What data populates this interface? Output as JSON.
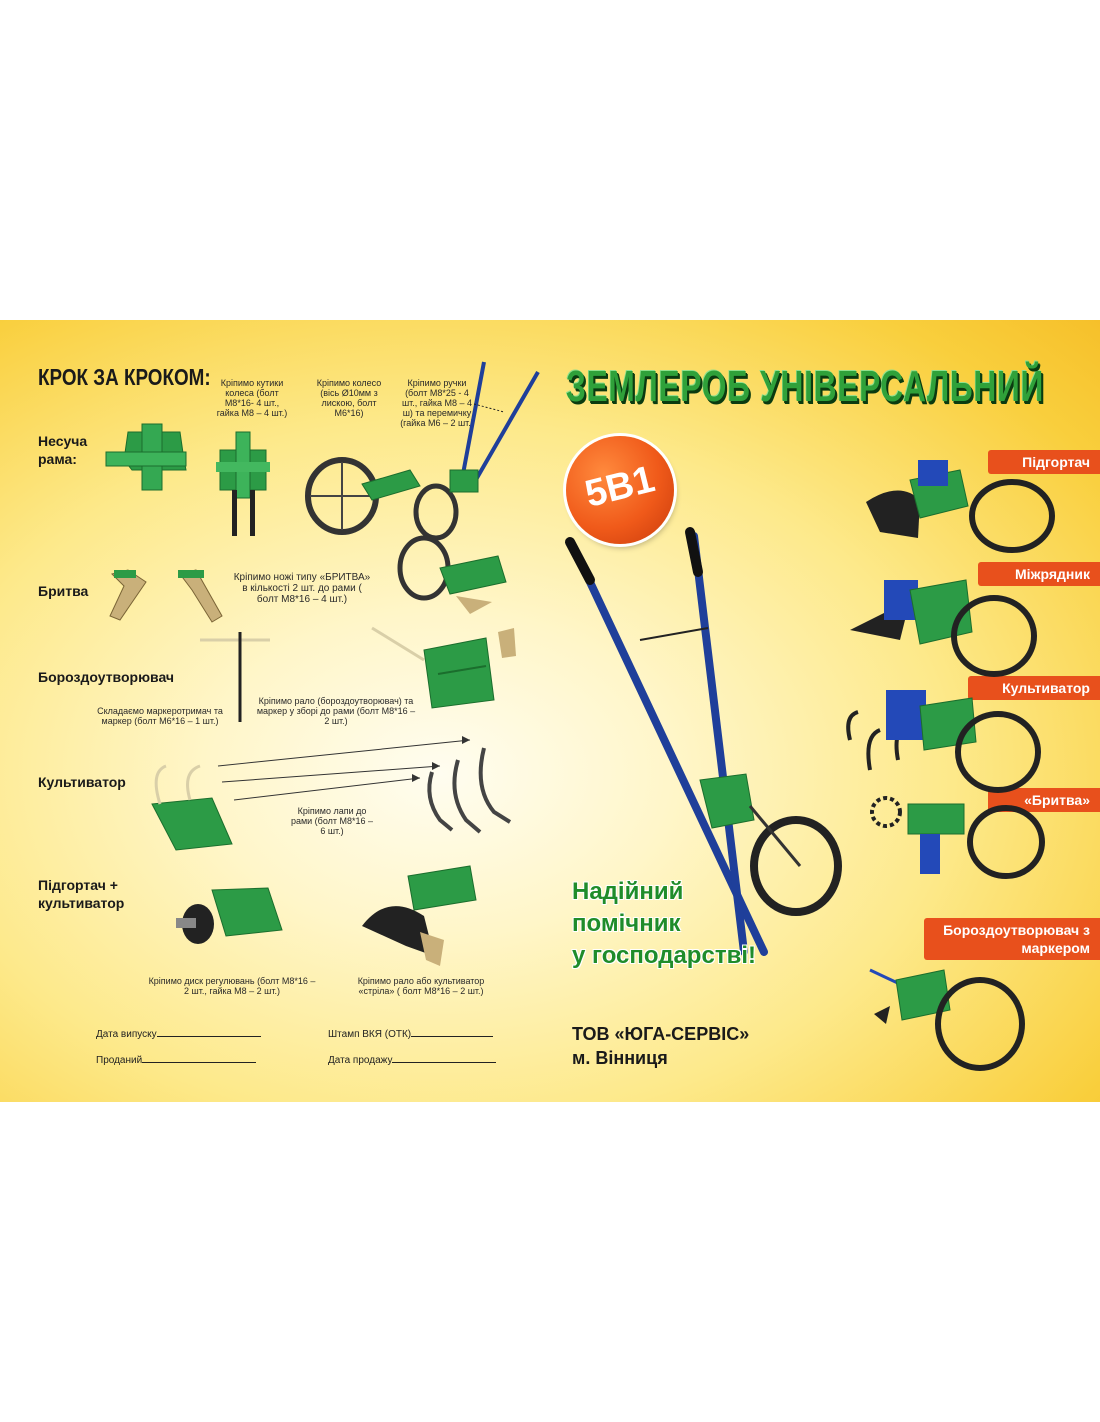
{
  "left": {
    "heading": "КРОК ЗА КРОКОМ:",
    "sections": {
      "frame": "Несуча рама:",
      "razor": "Бритва",
      "furrow": "Бороздоутворювач",
      "cultivator": "Культиватор",
      "hiller": "Підгортач + культиватор"
    },
    "captions": {
      "corners": "Кріпимо кутики колеса (болт М8*16- 4 шт., гайка М8 – 4 шт.)",
      "wheel": "Кріпимо колесо (вісь Ø10мм з лискою, болт М6*16)",
      "handles": "Кріпимо ручки (болт М8*25 - 4 шт., гайка М8 – 4 ш) та перемичку (гайка М6 – 2 шт.)",
      "razor": "Кріпимо ножі типу «БРИТВА» в кількості 2 шт. до рами ( болт М8*16 – 4 шт.)",
      "marker_holder": "Складаємо маркеротримач та маркер (болт М6*16 – 1 шт.)",
      "ralo": "Кріпимо рало (бороздоутворювач) та маркер у зборі до рами (болт М8*16 – 2 шт.)",
      "paws": "Кріпимо лапи до рами (болт М8*16 – 6 шт.)",
      "disk": "Кріпимо диск регулювань (болт М8*16 – 2 шт., гайка М8 – 2 шт.)",
      "ralo_or_cult": "Кріпимо рало або культиватор «стріла» ( болт М8*16 – 2 шт.)"
    },
    "form": {
      "release_date": "Дата випуску",
      "stamp": "Штамп ВКЯ (ОТК)",
      "sold": "Проданий",
      "sale_date": "Дата продажу"
    }
  },
  "right": {
    "title": "ЗЕМЛЕРОБ УНІВЕРСАЛЬНИЙ",
    "badge": "5В1",
    "slogan_lines": [
      "Надійний",
      "помічник",
      "у господарстві!"
    ],
    "company_lines": [
      "ТОВ «ЮГА-СЕРВІС»",
      "м. Вінниця"
    ],
    "variants": [
      "Підгортач",
      "Міжрядник",
      "Культиватор",
      "«Бритва»",
      "Бороздоутворювач з маркером"
    ]
  },
  "colors": {
    "green": "#2c9b46",
    "dark_green": "#0b3b10",
    "orange": "#e8501c",
    "blue_handle": "#1f3f9a",
    "background_yellow": "#f9cf3d"
  },
  "icons": [
    "frame-part-image",
    "wheel-image",
    "cultivator-paw-image",
    "hand-cultivator-image"
  ]
}
